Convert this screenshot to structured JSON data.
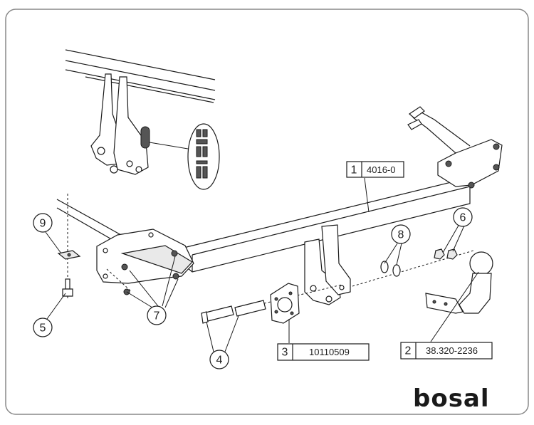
{
  "parts": [
    {
      "number": "1",
      "code": "4016-0"
    },
    {
      "number": "2",
      "code": "38.320-2236"
    },
    {
      "number": "3",
      "code": "10110509"
    },
    {
      "number": "4"
    },
    {
      "number": "5"
    },
    {
      "number": "6"
    },
    {
      "number": "7"
    },
    {
      "number": "8"
    },
    {
      "number": "9"
    }
  ],
  "brand": {
    "logo_text": "bosal"
  },
  "colors": {
    "line": "#1a1a1a",
    "background": "#ffffff",
    "frame": "#888888"
  }
}
